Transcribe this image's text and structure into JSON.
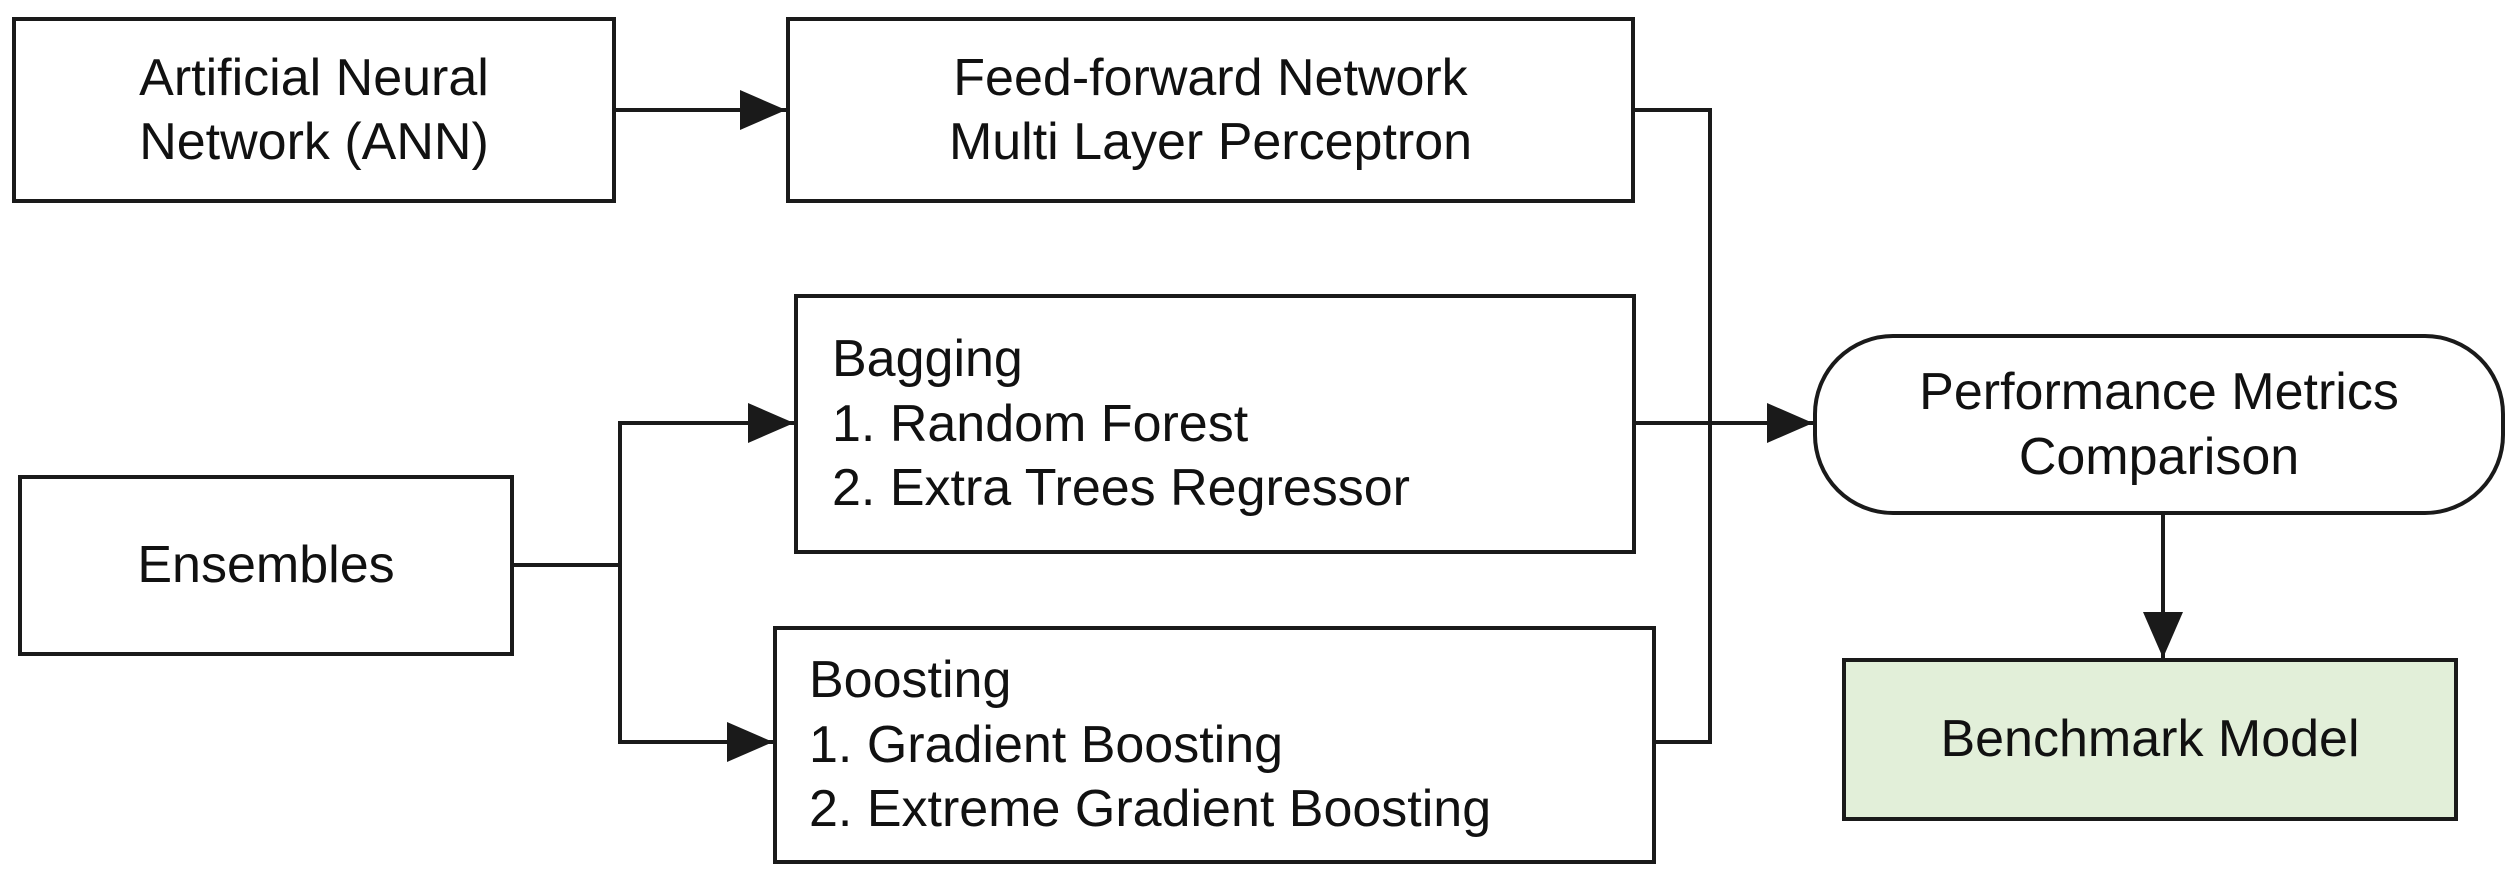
{
  "diagram": {
    "nodes": {
      "ann": {
        "lines": [
          "Artificial Neural",
          "Network (ANN)"
        ]
      },
      "ffn": {
        "lines": [
          "Feed-forward Network",
          "Multi Layer Perceptron"
        ]
      },
      "bagging": {
        "lines": [
          "Bagging",
          "1. Random Forest",
          "2. Extra Trees Regressor"
        ]
      },
      "boosting": {
        "lines": [
          "Boosting",
          "1. Gradient Boosting",
          "2. Extreme Gradient Boosting"
        ]
      },
      "ensembles": {
        "lines": [
          "Ensembles"
        ]
      },
      "performance": {
        "lines": [
          "Performance Metrics",
          "Comparison"
        ]
      },
      "benchmark": {
        "lines": [
          "Benchmark Model"
        ]
      }
    },
    "edges": [
      {
        "from": "ann",
        "to": "ffn"
      },
      {
        "from": "ensembles",
        "to": "bagging"
      },
      {
        "from": "ensembles",
        "to": "boosting"
      },
      {
        "from": "ffn",
        "to": "performance"
      },
      {
        "from": "bagging",
        "to": "performance"
      },
      {
        "from": "boosting",
        "to": "performance"
      },
      {
        "from": "performance",
        "to": "benchmark"
      }
    ],
    "colors": {
      "stroke": "#1a1a1a",
      "node_fill": "#ffffff",
      "benchmark_fill": "#e2efd9"
    }
  }
}
